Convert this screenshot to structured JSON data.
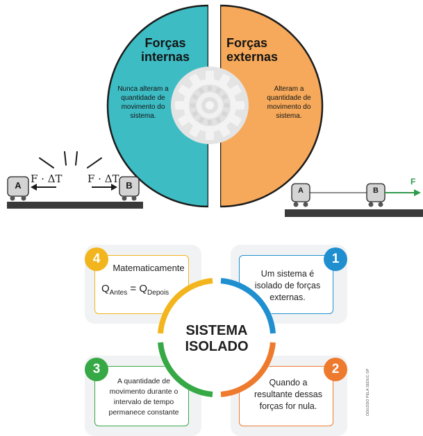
{
  "top": {
    "internal": {
      "title_line1": "Forças",
      "title_line2": "internas",
      "description": [
        "Nunca alteram a",
        "quantidade de",
        "movimento do",
        "sistema."
      ],
      "color": "#3dbcc4"
    },
    "external": {
      "title_line1": "Forças",
      "title_line2": "externas",
      "description": [
        "Alteram a",
        "quantidade de",
        "movimento do",
        "sistema."
      ],
      "color": "#f6a95a"
    },
    "left_scene": {
      "block_a": "A",
      "block_b": "B",
      "force_left": "F · ΔT",
      "force_right": "F · ΔT"
    },
    "right_scene": {
      "block_a": "A",
      "block_b": "B",
      "force": "F",
      "force_color": "#2e9a4a"
    }
  },
  "bottom": {
    "center_line1": "SISTEMA",
    "center_line2": "ISOLADO",
    "cards": {
      "c1": {
        "number": "1",
        "text": [
          "Um sistema é",
          "isolado de forças",
          "externas."
        ],
        "color": "#1f8fd0"
      },
      "c2": {
        "number": "2",
        "text": [
          "Quando a",
          "resultante dessas",
          "forças for nula."
        ],
        "color": "#ee7a2e"
      },
      "c3": {
        "number": "3",
        "text": [
          "A quantidade de",
          "movimento durante o",
          "intervalo de tempo",
          "permanece constante"
        ],
        "color": "#36a845"
      },
      "c4": {
        "number": "4",
        "heading": "Matematicamente",
        "formula": {
          "left": "Q",
          "left_sub": "Antes",
          "equals": "=",
          "right": "Q",
          "right_sub": "Depois"
        },
        "color": "#f2b51d"
      }
    },
    "credit": "ODUZIDO PELA SEDUC-SP"
  }
}
